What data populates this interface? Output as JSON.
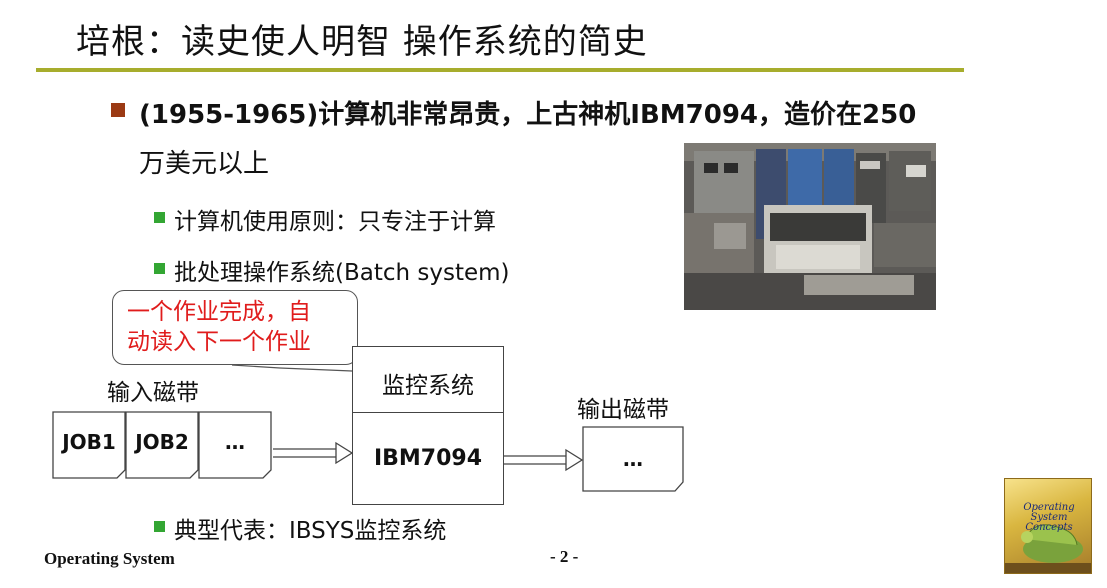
{
  "title": "培根：读史使人明智   操作系统的简史",
  "bullet_main_line1": "(1955-1965)计算机非常昂贵，上古神机IBM7094，造价在250",
  "bullet_main_line2": "万美元以上",
  "sub_bullets": [
    "计算机使用原则：只专注于计算",
    "批处理操作系统(Batch system)",
    "典型代表：IBSYS监控系统"
  ],
  "callout": {
    "line1": "一个作业完成，自",
    "line2": "动读入下一个作业"
  },
  "diagram": {
    "input_tape_label": "输入磁带",
    "jobs": [
      "JOB1",
      "JOB2",
      "…"
    ],
    "monitor_label": "监控系统",
    "machine_label": "IBM7094",
    "output_tape_label": "输出磁带",
    "output_content": "…"
  },
  "book_cover": {
    "line1": "Operating",
    "line2": "System",
    "line3": "Concepts"
  },
  "footer": {
    "left": "Operating System",
    "page": "- 2 -"
  },
  "colors": {
    "title_rule": "#a7ad2d",
    "main_bullet": "#9b3a14",
    "sub_bullet": "#33a633",
    "callout_text": "#e01c1c"
  }
}
